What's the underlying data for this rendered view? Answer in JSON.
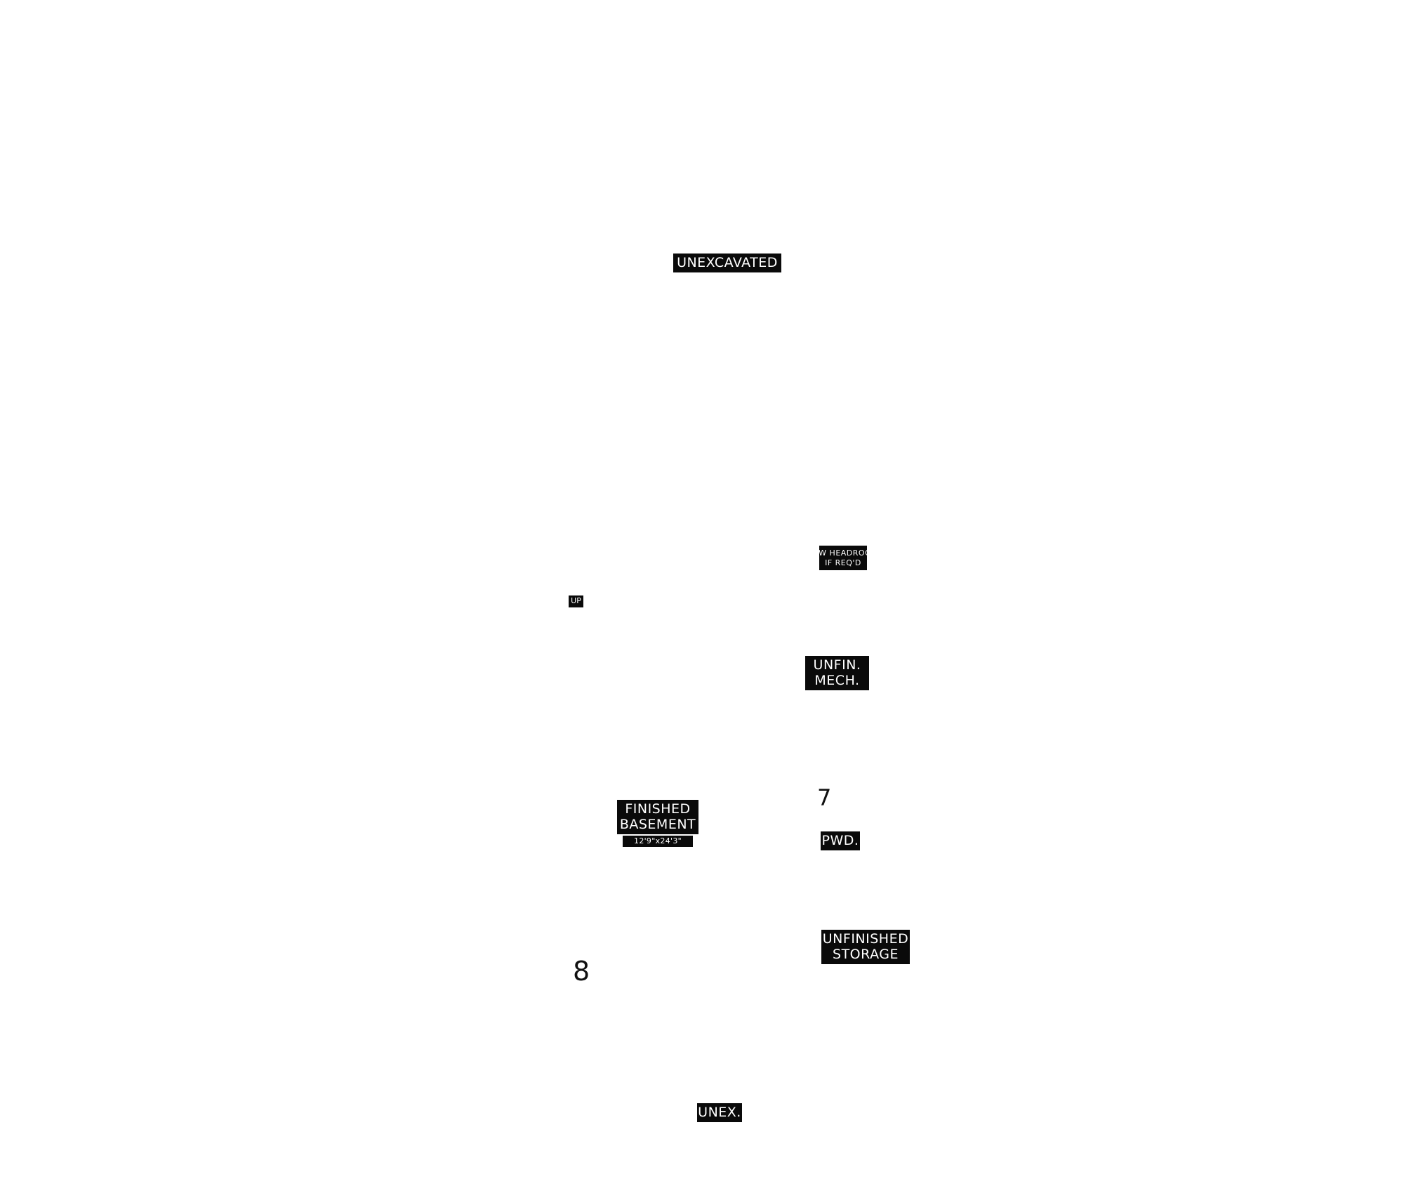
{
  "floorplan": {
    "room_labels": {
      "unexcavated": "UNEXCAVATED",
      "low_headroom_line1": "LOW HEADROOM",
      "low_headroom_line2": "IF REQ'D",
      "stairs_up": "UP",
      "unfin_mech_line1": "UNFIN.",
      "unfin_mech_line2": "MECH.",
      "finished_basement_line1": "FINISHED",
      "finished_basement_line2": "BASEMENT",
      "finished_basement_dims": "12'9\"x24'3\"",
      "powder_room": "PWD.",
      "unfinished_storage_line1": "UNFINISHED",
      "unfinished_storage_line2": "STORAGE",
      "unex": "UNEX."
    },
    "markers": {
      "marker_7": "7",
      "marker_8": "8"
    }
  }
}
